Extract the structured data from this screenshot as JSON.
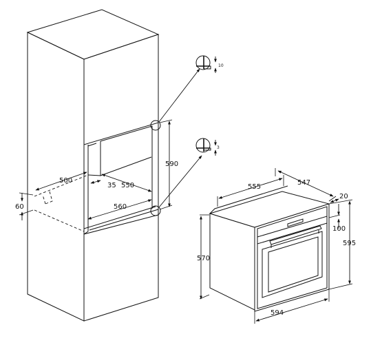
{
  "cabinet_dimensions": {
    "niche_depth": "500",
    "gap_35": "35",
    "niche_width_top": "550",
    "niche_width_bottom": "560",
    "niche_height": "590",
    "vent_height": "60"
  },
  "detail_dimensions": {
    "top_detail": "10",
    "bottom_detail": "3"
  },
  "oven_dimensions": {
    "depth_body": "555",
    "depth_total": "547",
    "front_thickness": "20",
    "panel_height": "100",
    "height_total": "595",
    "body_height": "570",
    "width": "594"
  }
}
